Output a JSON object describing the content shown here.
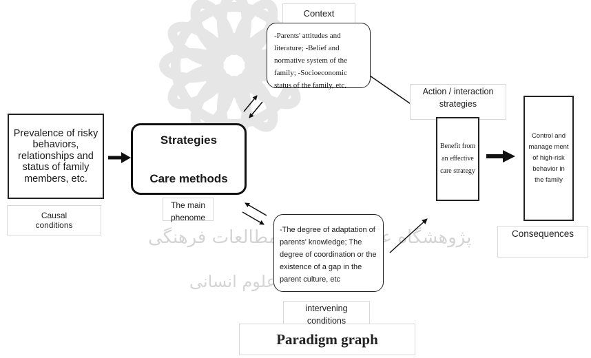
{
  "causal_box": {
    "text": "Prevalence of risky behaviors, relationships and status of family members, etc.",
    "label": "Causal conditions"
  },
  "phenomenon": {
    "line1": "Strategies",
    "line2": "Care methods",
    "label": "The main phenome"
  },
  "context": {
    "label": "Context",
    "text": "-Parents' attitudes and literature; -Belief and normative system of the family; -Socioeconomic status of the family, etc."
  },
  "intervening": {
    "text": "-The degree of adaptation of parents' knowledge; The degree of coordination or the existence of a gap in the parent culture, etc",
    "label": "intervening conditions"
  },
  "strategies": {
    "label": "Action / interaction strategies",
    "text": "Benefit from an effective care strategy"
  },
  "consequences": {
    "text": "Control and manage ment of high-risk behavior in the family",
    "label": "Consequences"
  },
  "caption": "Paradigm graph",
  "watermark": {
    "line1": "پژوهشگاه علوم انسانی و مطالعات فرهنگی",
    "line2": "پرتال جامع علوم انسانی"
  }
}
